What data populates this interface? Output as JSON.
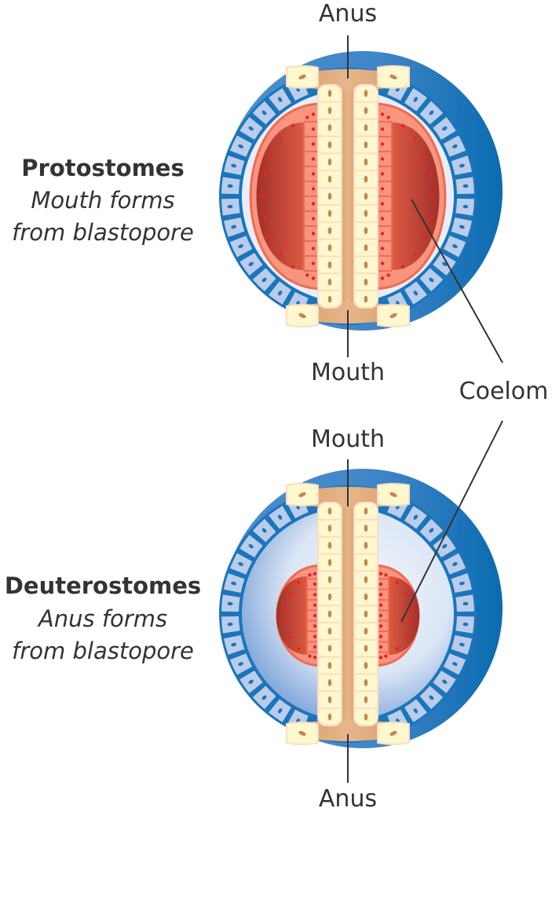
{
  "diagram": {
    "panels": [
      {
        "id": "protostomes",
        "title": "Protostomes",
        "subtitle_line1": "Mouth forms",
        "subtitle_line2": "from blastopore",
        "top_label": "Anus",
        "bottom_label": "Mouth",
        "mesoderm_size": "large",
        "blastocoel_visible": false
      },
      {
        "id": "deuterostomes",
        "title": "Deuterostomes",
        "subtitle_line1": "Anus forms",
        "subtitle_line2": "from blastopore",
        "top_label": "Mouth",
        "bottom_label": "Anus",
        "mesoderm_size": "small",
        "blastocoel_visible": true
      }
    ],
    "shared_label": "Coelom",
    "colors": {
      "ectoderm_fill": "#b9cdeb",
      "ectoderm_border": "#1b75bb",
      "outer_shell_dark": "#0a6bb0",
      "outer_shell_light": "#4a8fcf",
      "mesoderm_fill": "#f8957e",
      "mesoderm_border": "#f26a50",
      "mesoderm_nucleus": "#e8202a",
      "coelom_dark": "#a3302a",
      "coelom_light": "#d9533e",
      "endoderm_fill": "#fff8cf",
      "endoderm_border": "#fddcc0",
      "endoderm_nucleus": "#c4884a",
      "gut_fill": "#e0aa78",
      "blastocoel_light": "#eef3fb",
      "blastocoel_dark": "#6f9ad4",
      "text": "#333333",
      "leader_line": "#333333"
    }
  }
}
